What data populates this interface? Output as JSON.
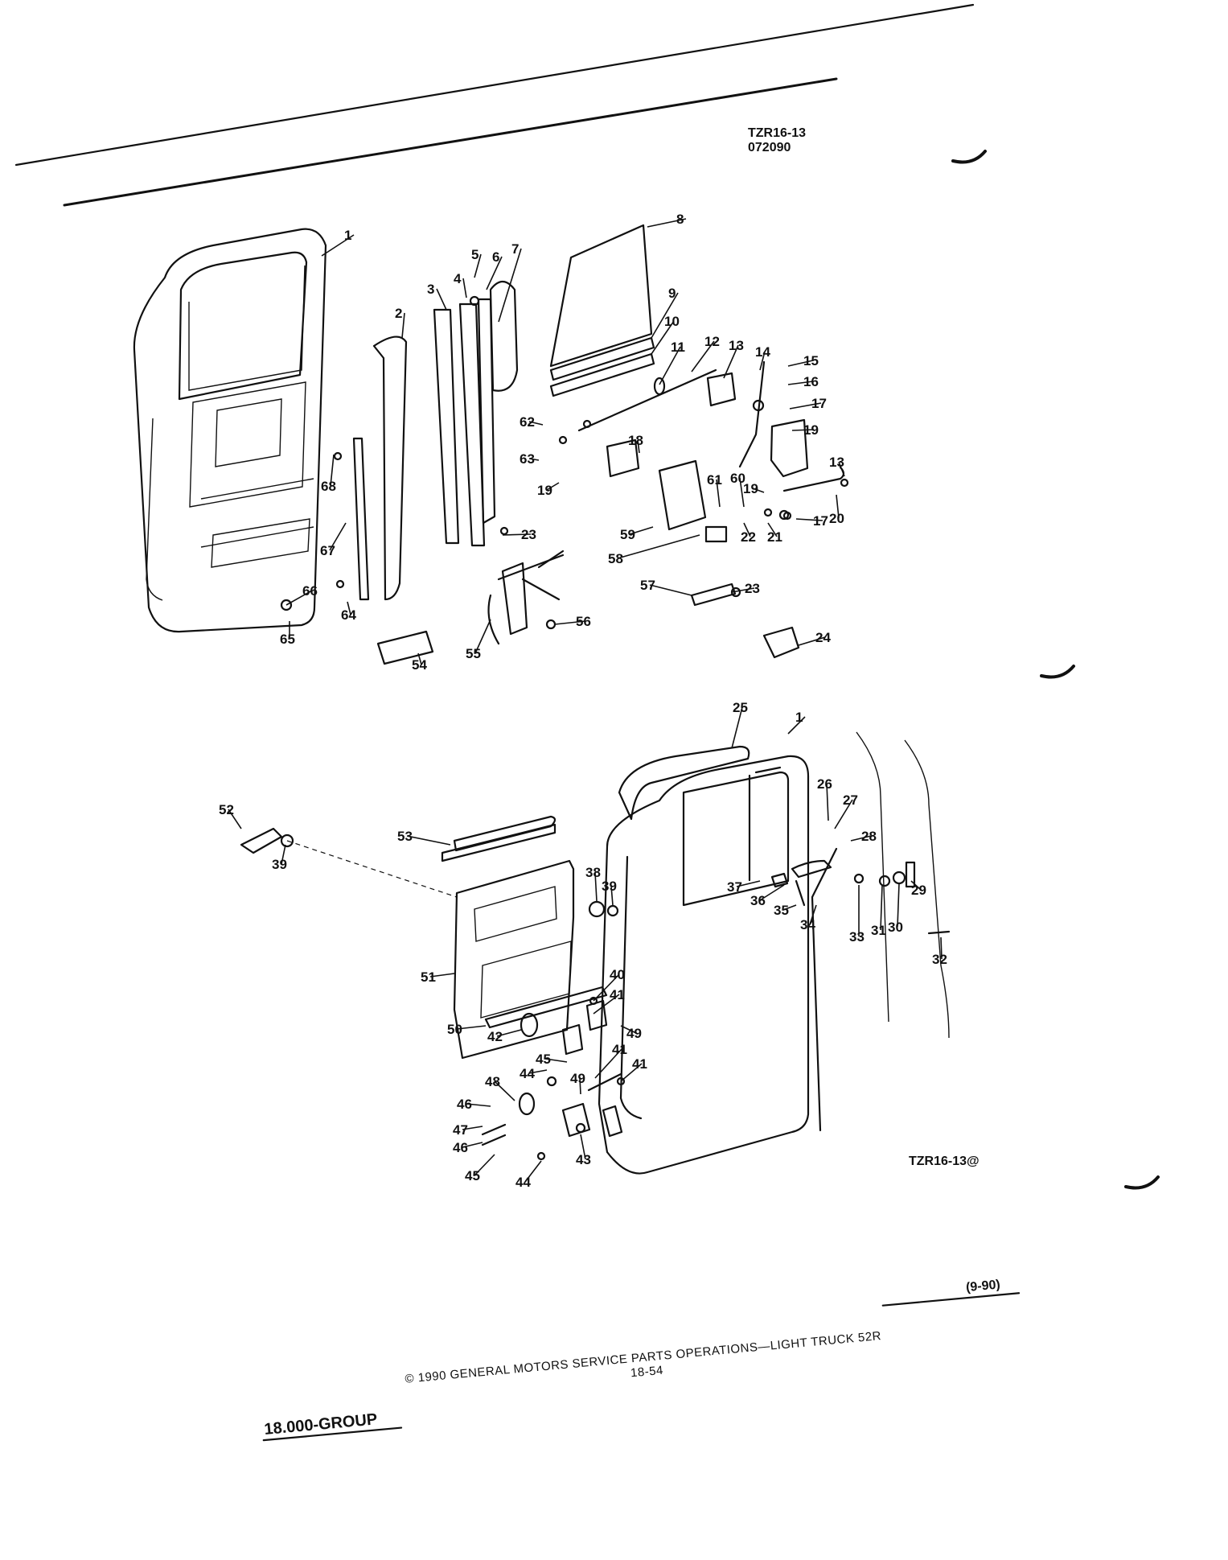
{
  "header": {
    "code": "TZR16-13",
    "date": "072090"
  },
  "figure_ref": "TZR16-13@",
  "footer": {
    "copyright": "© 1990 GENERAL MOTORS SERVICE PARTS OPERATIONS—LIGHT TRUCK 52R",
    "revision": "(9-90)",
    "page": "18-54",
    "group": "18.000-GROUP"
  },
  "callouts": [
    "1",
    "2",
    "3",
    "4",
    "5",
    "6",
    "7",
    "8",
    "9",
    "10",
    "11",
    "12",
    "13",
    "14",
    "15",
    "16",
    "17",
    "19",
    "13",
    "18",
    "62",
    "63",
    "19",
    "61",
    "60",
    "19",
    "20",
    "17",
    "22",
    "21",
    "68",
    "59",
    "23",
    "58",
    "67",
    "57",
    "23",
    "66",
    "64",
    "65",
    "54",
    "55",
    "56",
    "24",
    "25",
    "1",
    "26",
    "27",
    "28",
    "52",
    "53",
    "39",
    "38",
    "39",
    "37",
    "36",
    "35",
    "34",
    "33",
    "31",
    "30",
    "29",
    "32",
    "51",
    "40",
    "41",
    "50",
    "49",
    "42",
    "41",
    "45",
    "41",
    "44",
    "49",
    "48",
    "46",
    "47",
    "46",
    "45",
    "44",
    "43"
  ]
}
